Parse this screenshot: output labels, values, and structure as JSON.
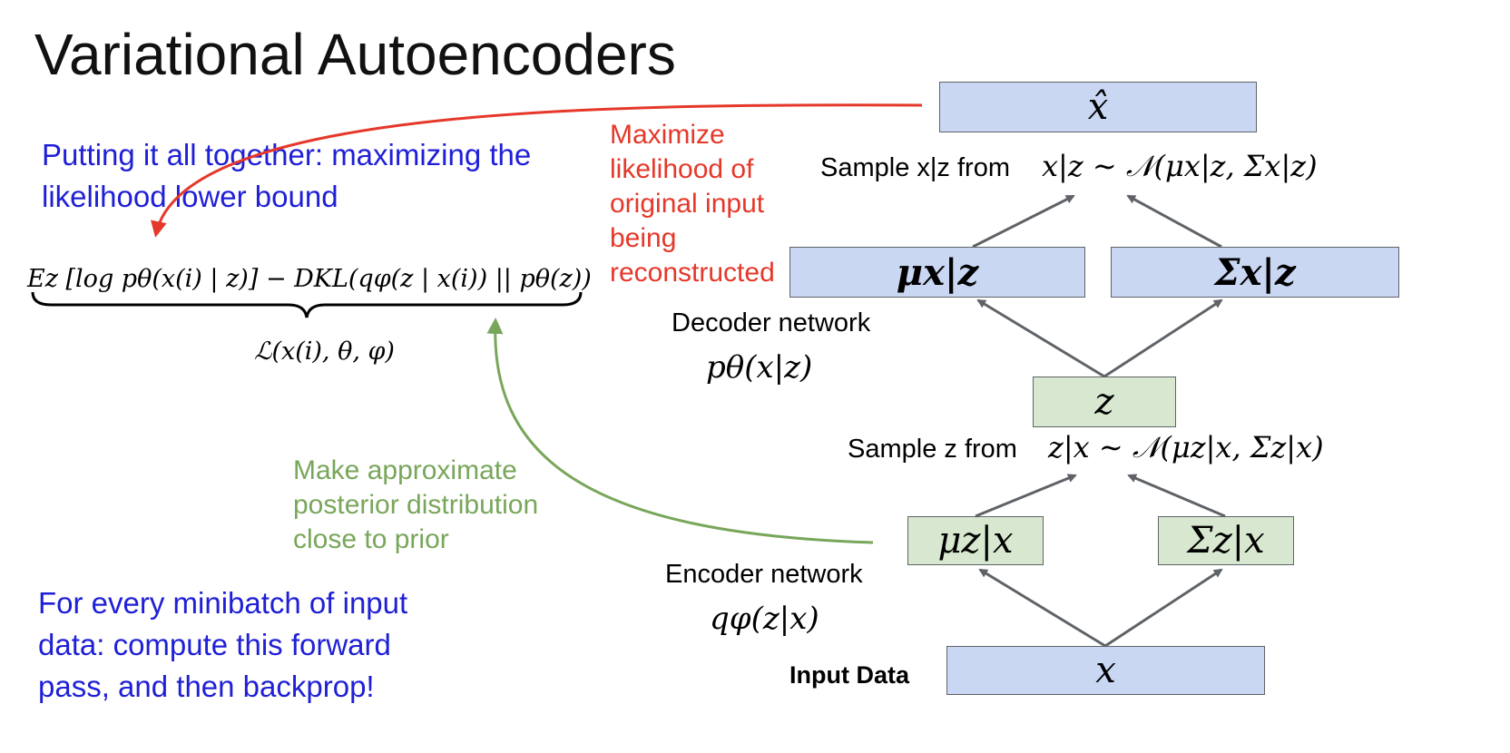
{
  "title": "Variational Autoencoders",
  "left": {
    "heading": "Putting it all together: maximizing the likelihood lower bound",
    "formula": "Ez [log pθ(x(i) | z)] − DKL(qφ(z | x(i)) || pθ(z))",
    "formula_label": "ℒ(x(i), θ, φ)",
    "footer": "For every minibatch of input data: compute this forward pass, and then backprop!"
  },
  "annotations": {
    "red": "Maximize likelihood of original input being reconstructed",
    "green": "Make approximate posterior distribution close to prior"
  },
  "network": {
    "x_hat": "x̂",
    "sample_x_label": "Sample x|z from",
    "sample_x_formula": "x|z ∼ 𝒩(μx|z, Σx|z)",
    "mu_x": "μx|z",
    "sigma_x": "Σx|z",
    "decoder_label": "Decoder network",
    "decoder_formula": "pθ(x|z)",
    "z": "z",
    "sample_z_label": "Sample z from",
    "sample_z_formula": "z|x ∼ 𝒩(μz|x, Σz|x)",
    "mu_z": "μz|x",
    "sigma_z": "Σz|x",
    "encoder_label": "Encoder network",
    "encoder_formula": "qφ(z|x)",
    "input_label": "Input Data",
    "x": "x"
  },
  "colors": {
    "blue_text": "#1f1fd6",
    "red_arrow": "#e5382a",
    "green_arrow": "#78a65a",
    "box_blue": "#c9d7f3",
    "box_green": "#d8e8d0"
  }
}
